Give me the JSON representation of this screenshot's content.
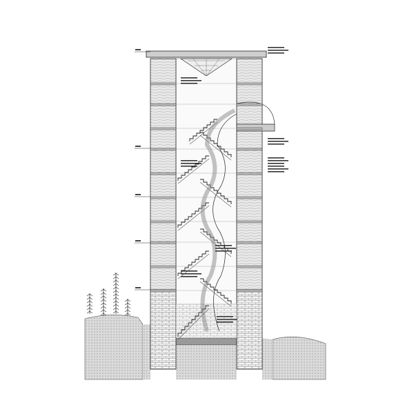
{
  "drawing": {
    "type": "architectural-section",
    "subject": "tower-with-spiral-staircase",
    "colors": {
      "line": "#222222",
      "wall_fill": "#e4e4e4",
      "brick_fill": "#f4f4f4",
      "ground_fill": "#d6d6d6",
      "foundation_fill": "#9a9a9a",
      "stair_shade": "#bdbdbd"
    },
    "level_marker_count": 5,
    "annotation_count": 9
  }
}
